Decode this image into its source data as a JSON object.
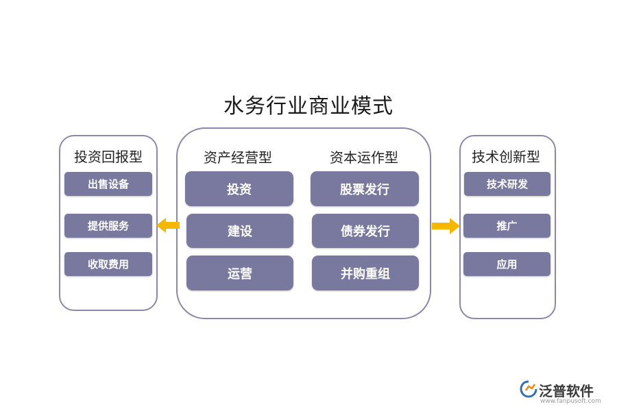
{
  "title": "水务行业商业模式",
  "left": {
    "heading": "投资回报型",
    "items": [
      "出售设备",
      "提供服务",
      "收取费用"
    ]
  },
  "middle": {
    "col1": {
      "heading": "资产经营型",
      "items": [
        "投资",
        "建设",
        "运营"
      ]
    },
    "col2": {
      "heading": "资本运作型",
      "items": [
        "股票发行",
        "债券发行",
        "并购重组"
      ]
    }
  },
  "right": {
    "heading": "技术创新型",
    "items": [
      "技术研发",
      "推广",
      "应用"
    ]
  },
  "logo": {
    "name": "泛普软件",
    "url": "www.fanpusoft.com"
  },
  "colors": {
    "box": "#79799f",
    "border": "#8d86a8",
    "arrow": "#f5b800",
    "logo_accent": "#2f6fb5",
    "logo_orange": "#f08a1c"
  }
}
